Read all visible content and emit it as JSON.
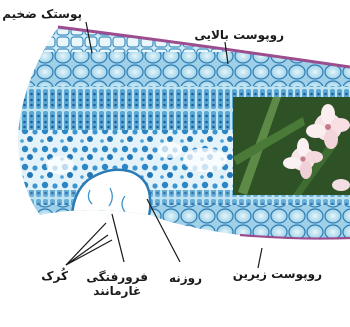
{
  "labels": {
    "thick_cuticle": "پوستک ضخیم",
    "upper_epidermis": "روپوست بالایی",
    "lower_epidermis": "روپوست زیرین",
    "stoma": "روزنه",
    "crypt_line1": "فرورفتگی",
    "crypt_line2": "غارمانند",
    "trichome": "کُرک"
  }
}
